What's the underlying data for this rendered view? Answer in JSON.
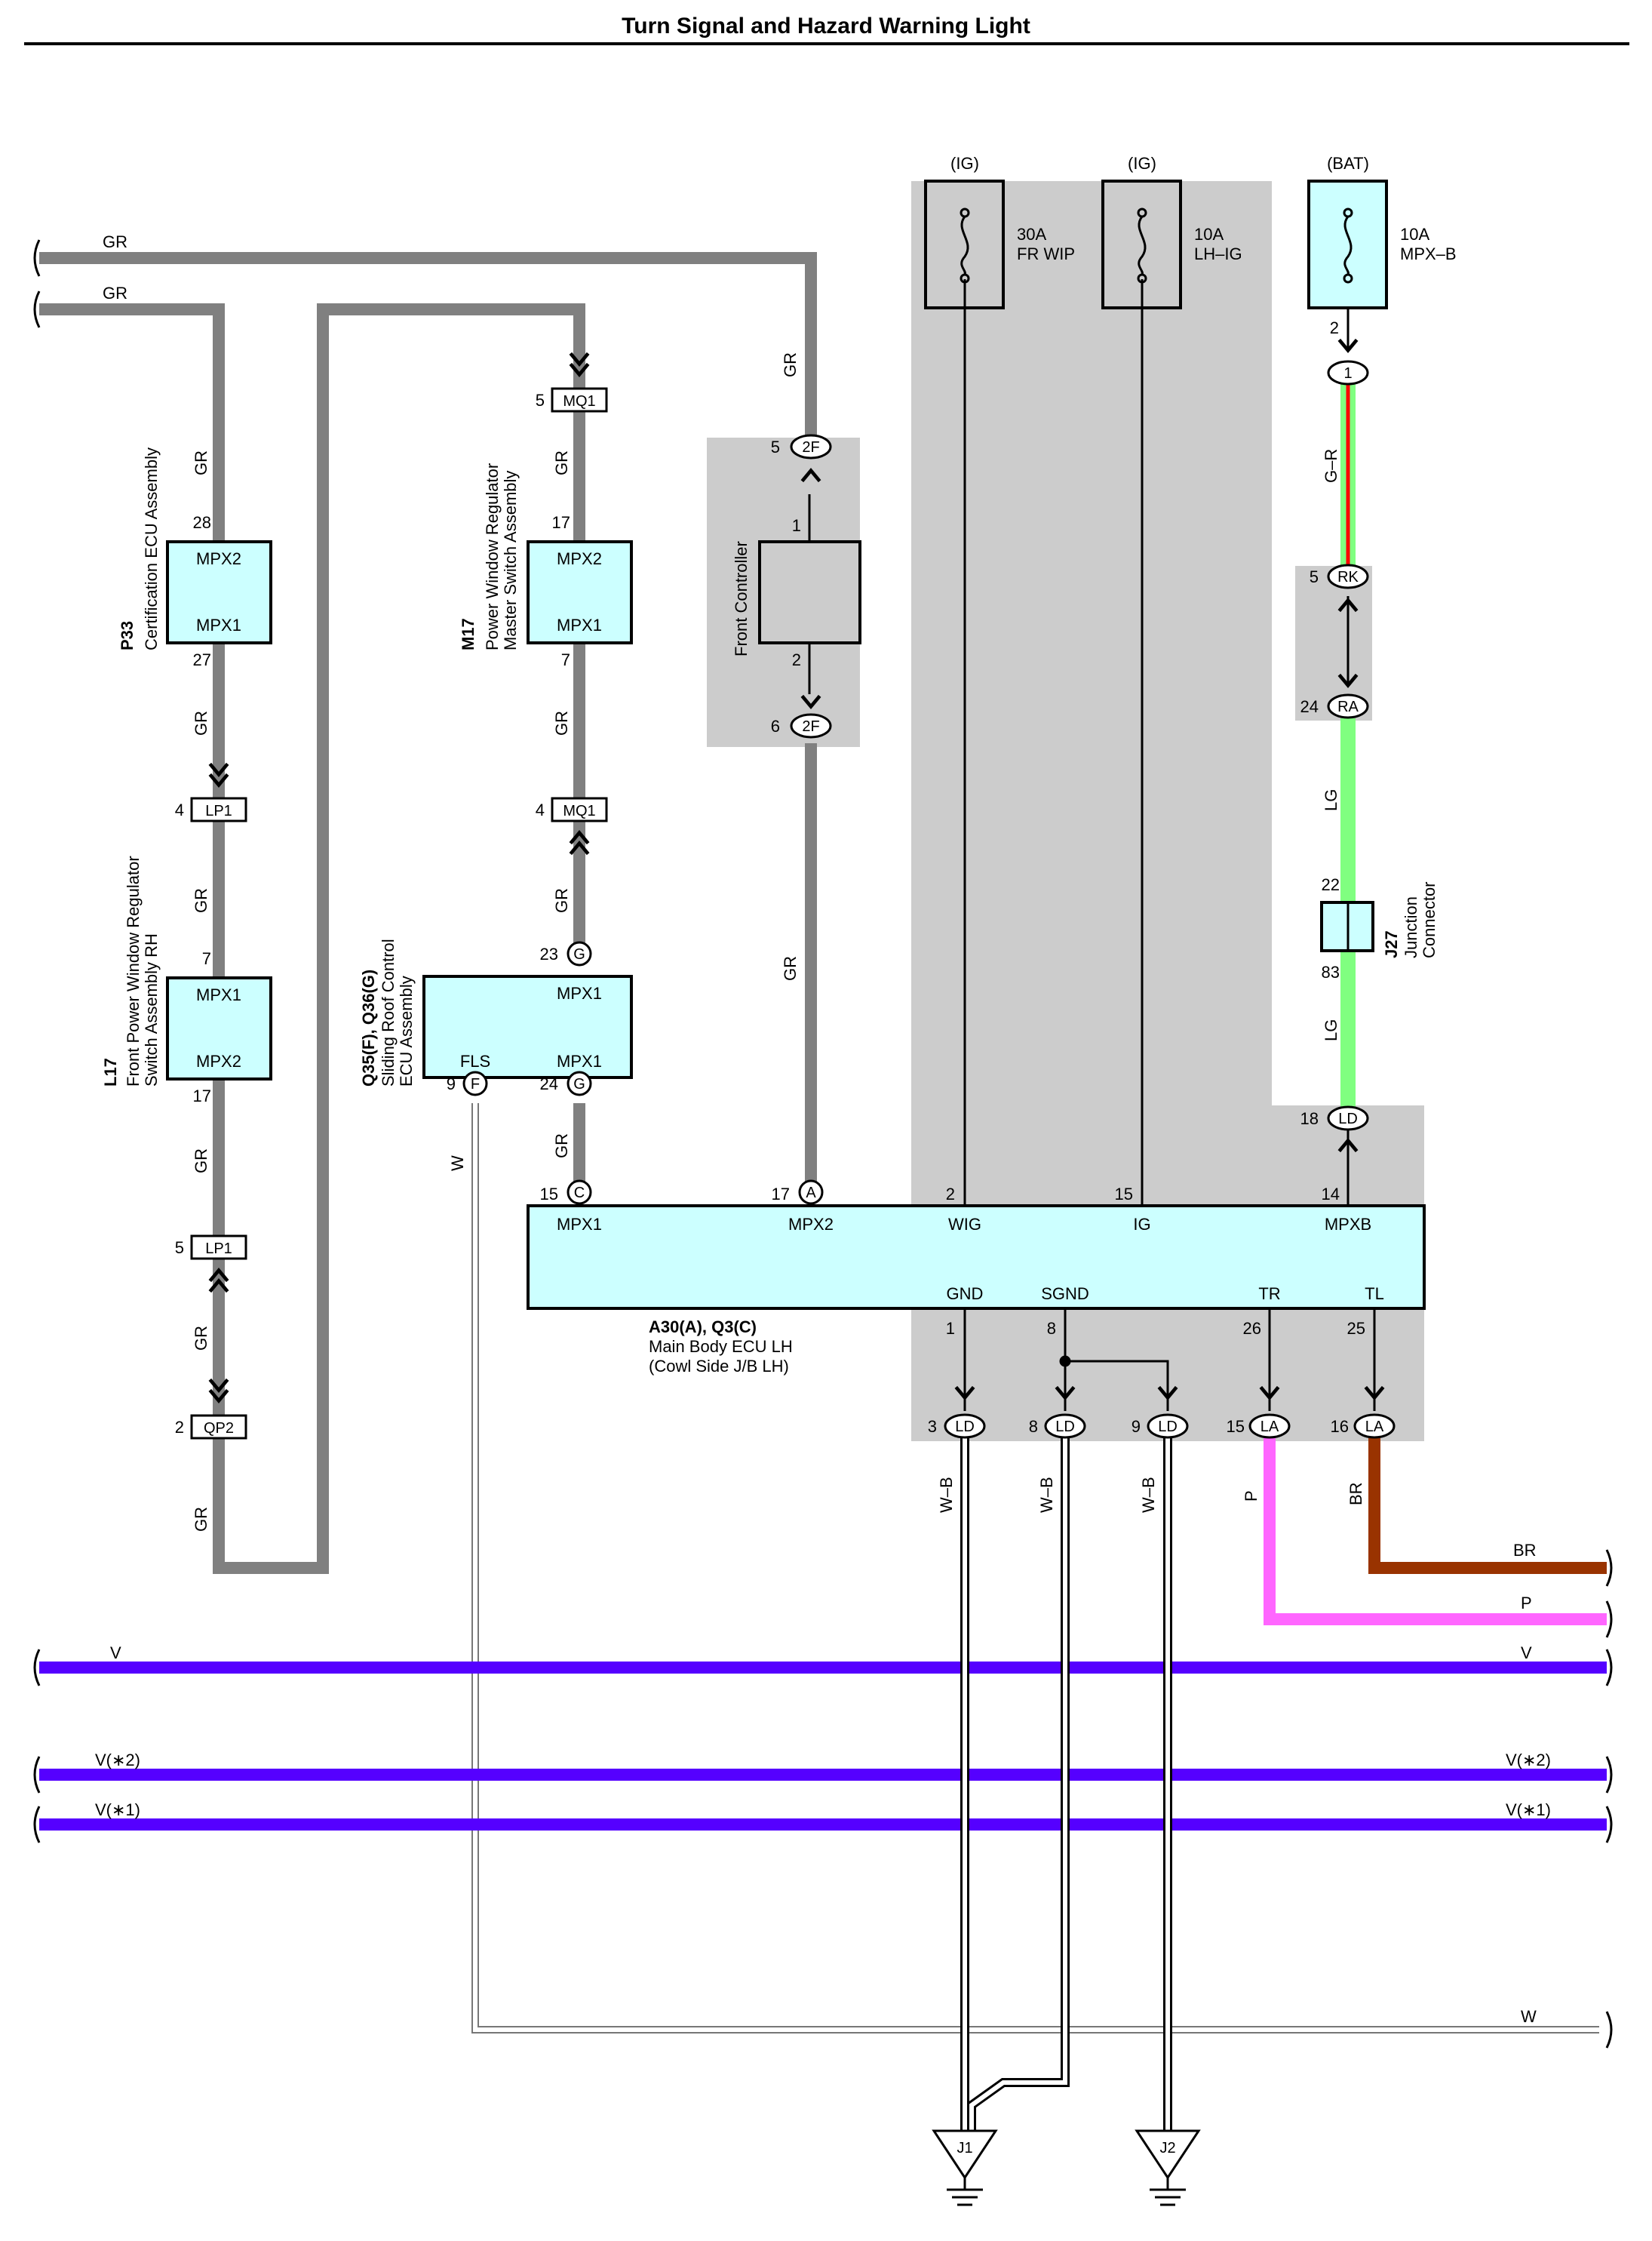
{
  "title": "Turn Signal and Hazard Warning Light",
  "wire_labels": {
    "gr": "GR",
    "w": "W",
    "v": "V",
    "v2": "V(∗2)",
    "v1": "V(∗1)",
    "gr_dash_r": "G–R",
    "lg": "LG",
    "w_b": "W–B",
    "p": "P",
    "br": "BR"
  },
  "components": {
    "p33": {
      "code": "P33",
      "name": "Certification ECU Assembly",
      "pin_top": "MPX2",
      "pin_bottom": "MPX1",
      "top_num": "28",
      "bottom_num": "27"
    },
    "m17": {
      "code": "M17",
      "name_line1": "Power Window Regulator",
      "name_line2": "Master Switch Assembly",
      "pin_top": "MPX2",
      "pin_bottom": "MPX1",
      "top_num": "17",
      "bottom_num": "7"
    },
    "l17": {
      "code": "L17",
      "name_line1": "Front Power Window Regulator",
      "name_line2": "Switch Assembly RH",
      "pin_top": "MPX1",
      "pin_bottom": "MPX2",
      "top_num": "7",
      "bottom_num": "17"
    },
    "q35": {
      "code": "Q35(F), Q36(G)",
      "name_line1": "Sliding Roof Control",
      "name_line2": "ECU Assembly",
      "pin_mpx1_top": "MPX1",
      "pin_fls": "FLS",
      "pin_mpx1_bottom": "MPX1"
    },
    "front_controller": {
      "name": "Front Controller",
      "pin1": "1",
      "pin2": "2"
    },
    "j27": {
      "code": "J27",
      "name_line1": "Junction",
      "name_line2": "Connector",
      "top_num": "22",
      "bottom_num": "83"
    },
    "main_ecu": {
      "code": "A30(A), Q3(C)",
      "name_line1": "Main Body ECU LH",
      "name_line2": "(Cowl Side J/B LH)",
      "pins_top": [
        {
          "label": "MPX1",
          "num": "15",
          "conn": "C"
        },
        {
          "label": "MPX2",
          "num": "17",
          "conn": "A"
        },
        {
          "label": "WIG",
          "num": "2"
        },
        {
          "label": "IG",
          "num": "15"
        },
        {
          "label": "MPXB",
          "num": "14"
        }
      ],
      "pins_bottom": [
        {
          "label": "GND",
          "num": "1"
        },
        {
          "label": "SGND",
          "num": "8"
        },
        {
          "label": "TR",
          "num": "26"
        },
        {
          "label": "TL",
          "num": "25"
        }
      ]
    }
  },
  "fuses": [
    {
      "source": "(IG)",
      "rating": "30A",
      "name": "FR WIP"
    },
    {
      "source": "(IG)",
      "rating": "10A",
      "name": "LH–IG"
    },
    {
      "source": "(BAT)",
      "rating": "10A",
      "name": "MPX–B"
    }
  ],
  "connectors": {
    "mq1_top": {
      "num": "5",
      "id": "MQ1"
    },
    "mq1_bottom": {
      "num": "4",
      "id": "MQ1"
    },
    "lp1_top": {
      "num": "4",
      "id": "LP1"
    },
    "lp1_bottom": {
      "num": "5",
      "id": "LP1"
    },
    "qp2": {
      "num": "2",
      "id": "QP2"
    },
    "f2_top": {
      "num": "5",
      "id": "2F"
    },
    "f2_bottom": {
      "num": "6",
      "id": "2F"
    },
    "q_g23": {
      "num": "23",
      "id": "G"
    },
    "q_g24": {
      "num": "24",
      "id": "G"
    },
    "q_f9": {
      "num": "9",
      "id": "F"
    },
    "bat_1": {
      "num": "2",
      "id": "1"
    },
    "rk": {
      "num": "5",
      "id": "RK"
    },
    "ra": {
      "num": "24",
      "id": "RA"
    },
    "ld18": {
      "num": "18",
      "id": "LD"
    },
    "ld3": {
      "num": "3",
      "id": "LD"
    },
    "ld8": {
      "num": "8",
      "id": "LD"
    },
    "ld9": {
      "num": "9",
      "id": "LD"
    },
    "la15": {
      "num": "15",
      "id": "LA"
    },
    "la16": {
      "num": "16",
      "id": "LA"
    }
  },
  "grounds": [
    "J1",
    "J2"
  ],
  "colors": {
    "gray_wire": "#808080",
    "cyan_box": "#ccffff",
    "shade": "#cccccc",
    "violet": "#5500ff",
    "green": "#80ff80",
    "red": "#ff0000",
    "pink": "#ff66ff",
    "brown": "#993300",
    "white_wire": "#ffffff"
  }
}
